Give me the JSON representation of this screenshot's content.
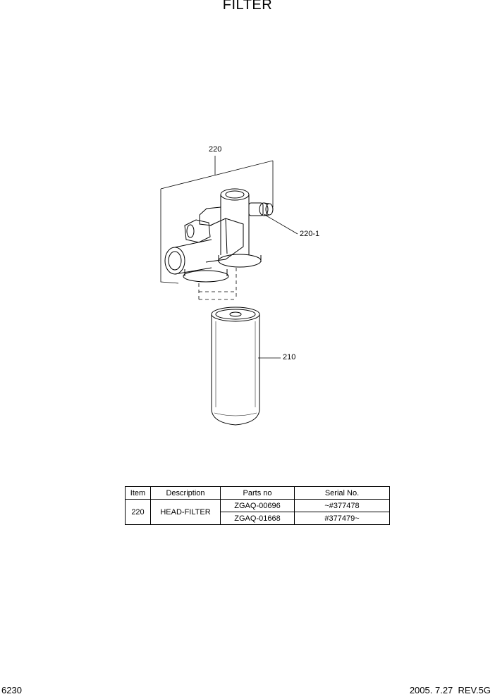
{
  "title": "FILTER",
  "callouts": {
    "head": "220",
    "fitting": "220-1",
    "filter": "210"
  },
  "table": {
    "headers": [
      "Item",
      "Description",
      "Parts no",
      "Serial No."
    ],
    "item": "220",
    "description": "HEAD-FILTER",
    "rows": [
      {
        "parts_no": "ZGAQ-00696",
        "serial": "~#377478"
      },
      {
        "parts_no": "ZGAQ-01668",
        "serial": "#377479~"
      }
    ]
  },
  "footer": {
    "page": "6230",
    "revision": "2005. 7.27  REV.5G"
  }
}
